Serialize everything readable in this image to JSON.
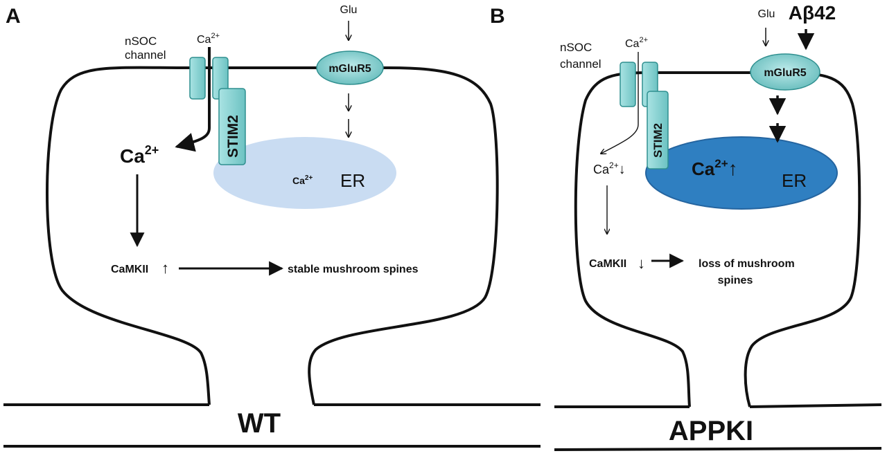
{
  "panel_a": {
    "letter": "A",
    "nsoc_line1": "nSOC",
    "nsoc_line2": "channel",
    "ca_channel": "Ca",
    "ca_channel_sup": "2+",
    "glu": "Glu",
    "mglur5": "mGluR5",
    "stim2": "STIM2",
    "ca_cyto": "Ca",
    "ca_cyto_sup": "2+",
    "ca_er": "Ca",
    "ca_er_sup": "2+",
    "er": "ER",
    "camkii": "CaMKII",
    "camkii_arrow": "↑",
    "outcome": "stable mushroom spines",
    "genotype": "WT"
  },
  "panel_b": {
    "letter": "B",
    "nsoc_line1": "nSOC",
    "nsoc_line2": "channel",
    "ca_channel": "Ca",
    "ca_channel_sup": "2+",
    "glu": "Glu",
    "abeta": "Aβ42",
    "mglur5": "mGluR5",
    "stim2": "STIM2",
    "ca_cyto": "Ca",
    "ca_cyto_sup": "2+",
    "ca_cyto_arrow": "↓",
    "ca_er": "Ca",
    "ca_er_sup": "2+",
    "ca_er_arrow": "↑",
    "er": "ER",
    "camkii": "CaMKII",
    "camkii_arrow": "↓",
    "outcome_line1": "loss of mushroom",
    "outcome_line2": "spines",
    "genotype": "APPKI"
  },
  "colors": {
    "channel_fill": "#7fcfcf",
    "channel_stroke": "#2f8f8f",
    "er_wt": "#c9dcf2",
    "er_appki": "#2f7fc1",
    "outline": "#111111"
  }
}
